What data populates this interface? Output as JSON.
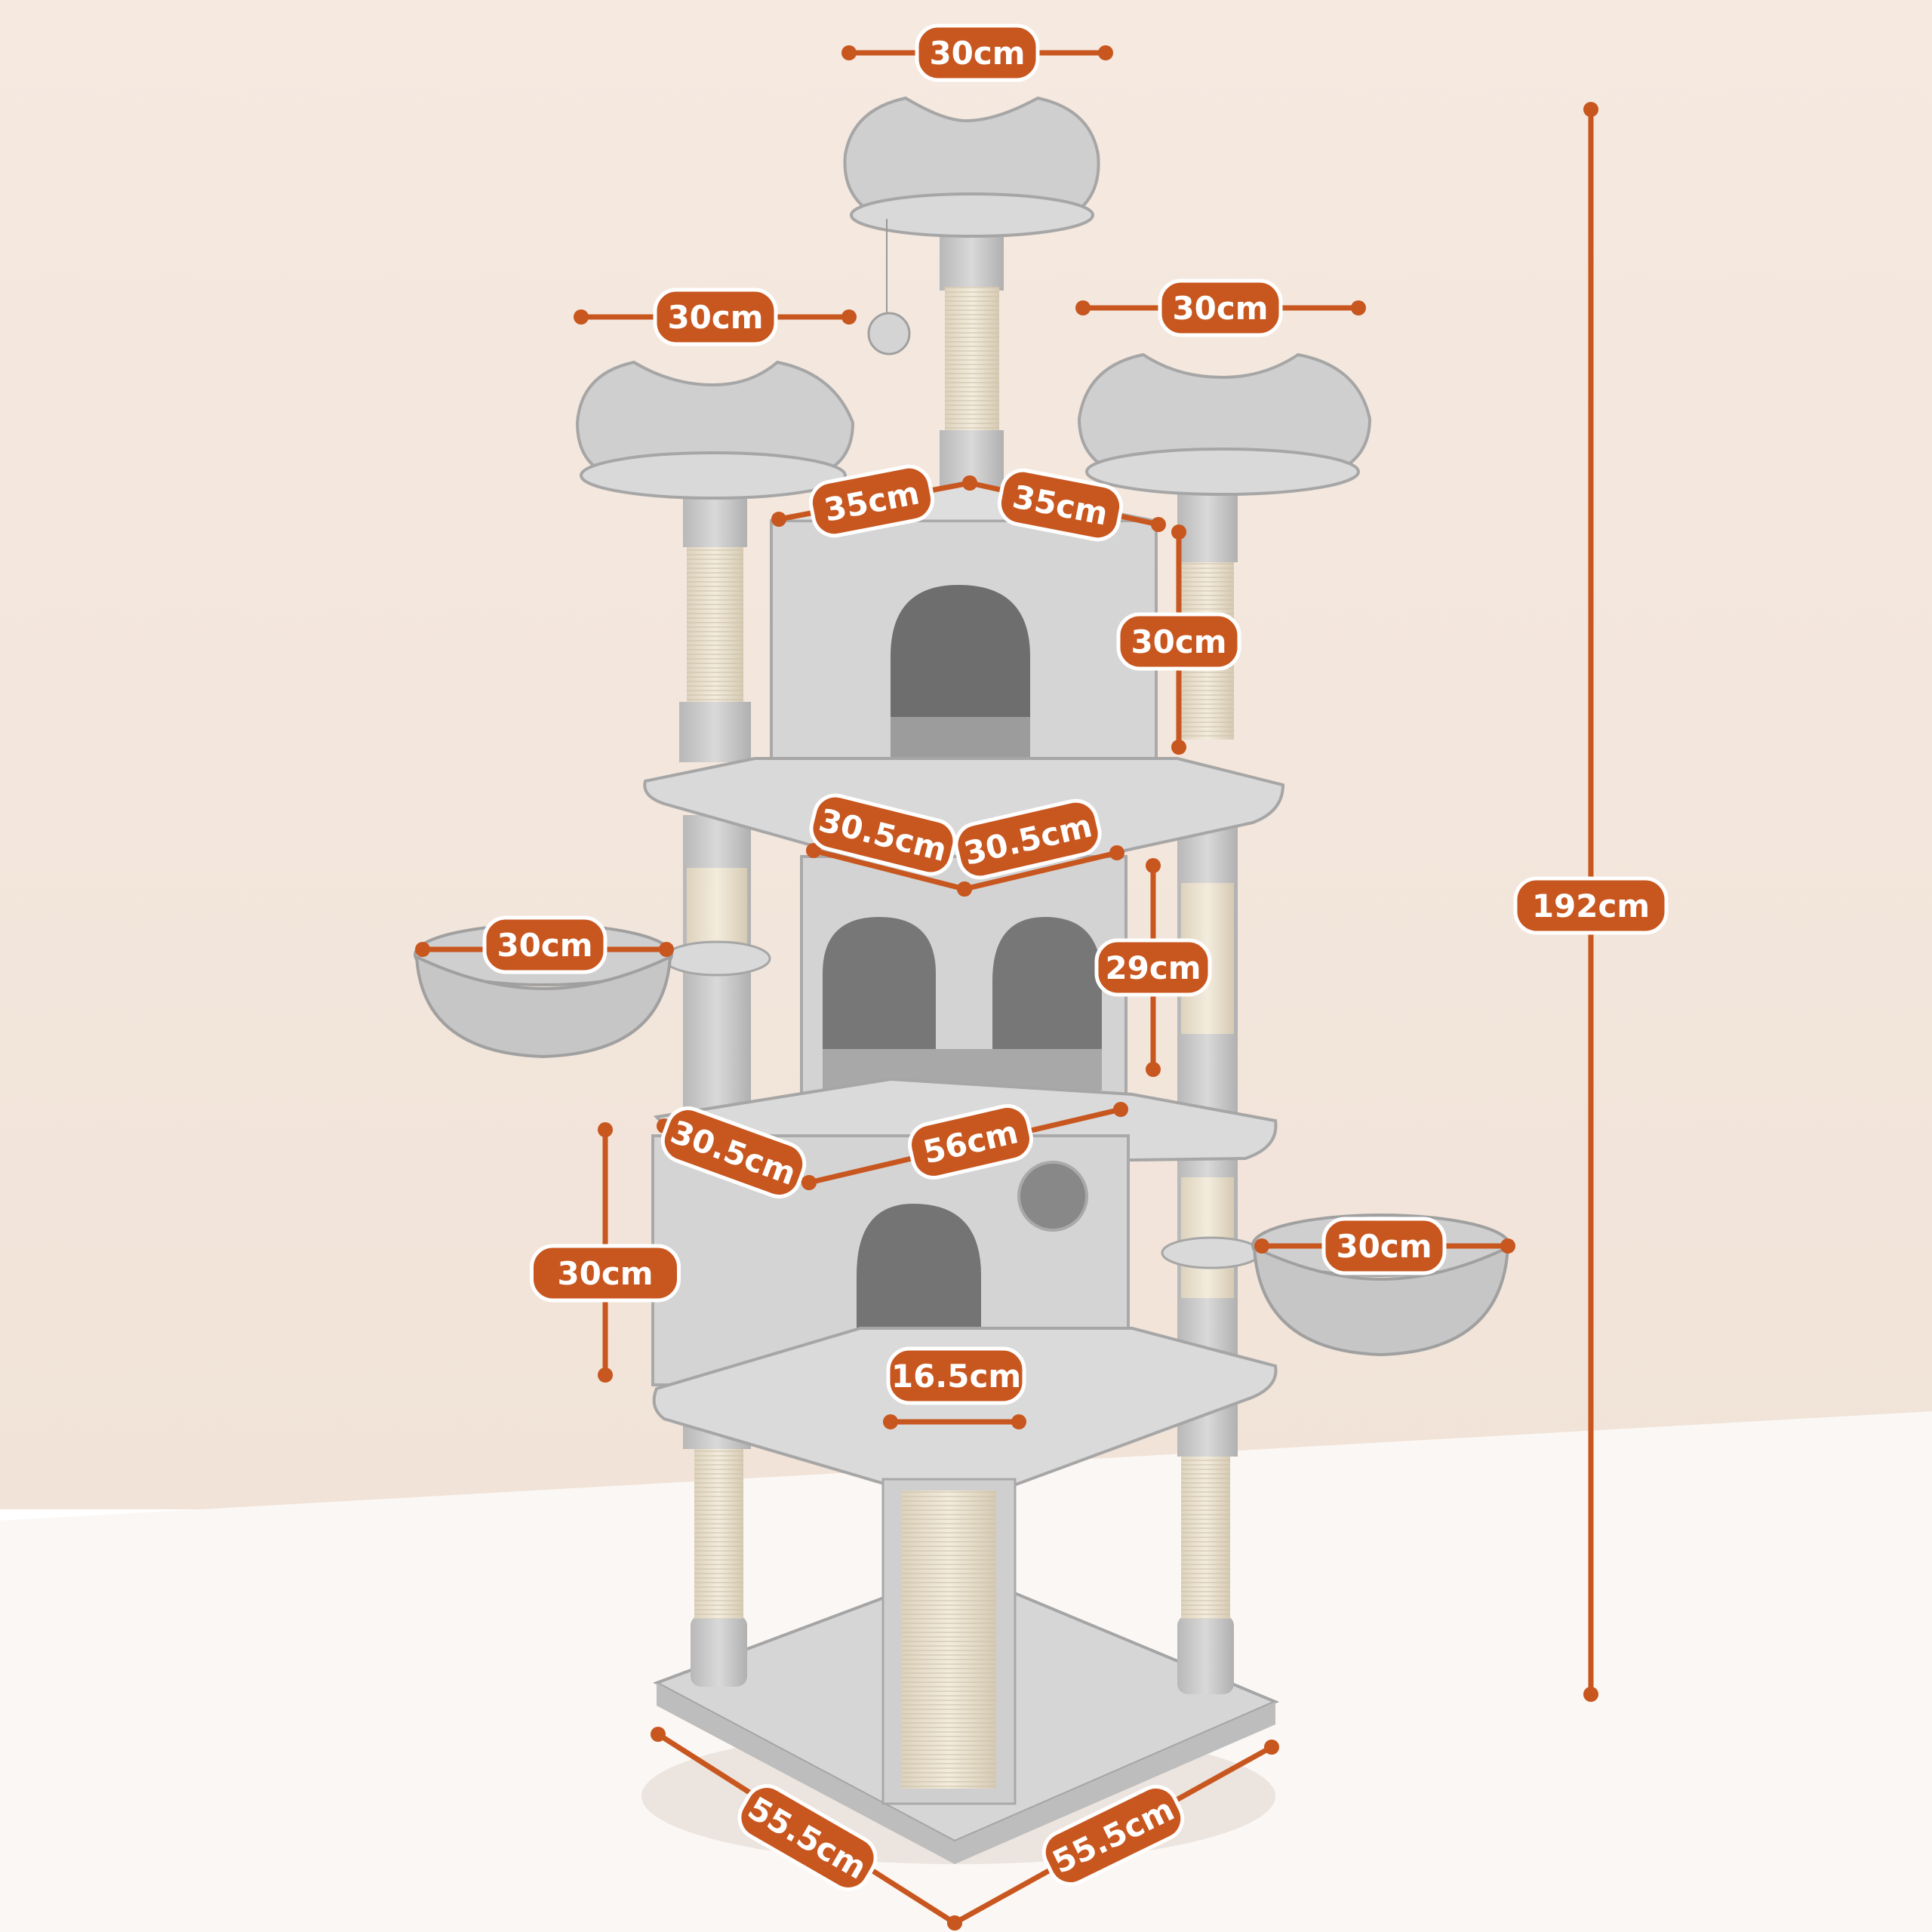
{
  "colors": {
    "wall": "#f4e8df",
    "floor": "#fbf7f4",
    "accent": "#c8561f",
    "plush": "#d2d2d2",
    "plush_dark": "#a9a9a9",
    "sisal": "#eee5d3"
  },
  "dimensions": {
    "top_perch": "30cm",
    "left_perch": "30cm",
    "right_perch": "30cm",
    "top_condo_left": "35cm",
    "top_condo_right": "35cm",
    "top_condo_height": "30cm",
    "mid_condo_left": "30.5cm",
    "mid_condo_right": "30.5cm",
    "mid_condo_height": "29cm",
    "left_basket": "30cm",
    "right_basket": "30cm",
    "low_condo_depth": "30.5cm",
    "platform_width": "56cm",
    "low_condo_height": "30cm",
    "ramp_width": "16.5cm",
    "base_left": "55.5cm",
    "base_right": "55.5cm",
    "total_height": "192cm"
  }
}
